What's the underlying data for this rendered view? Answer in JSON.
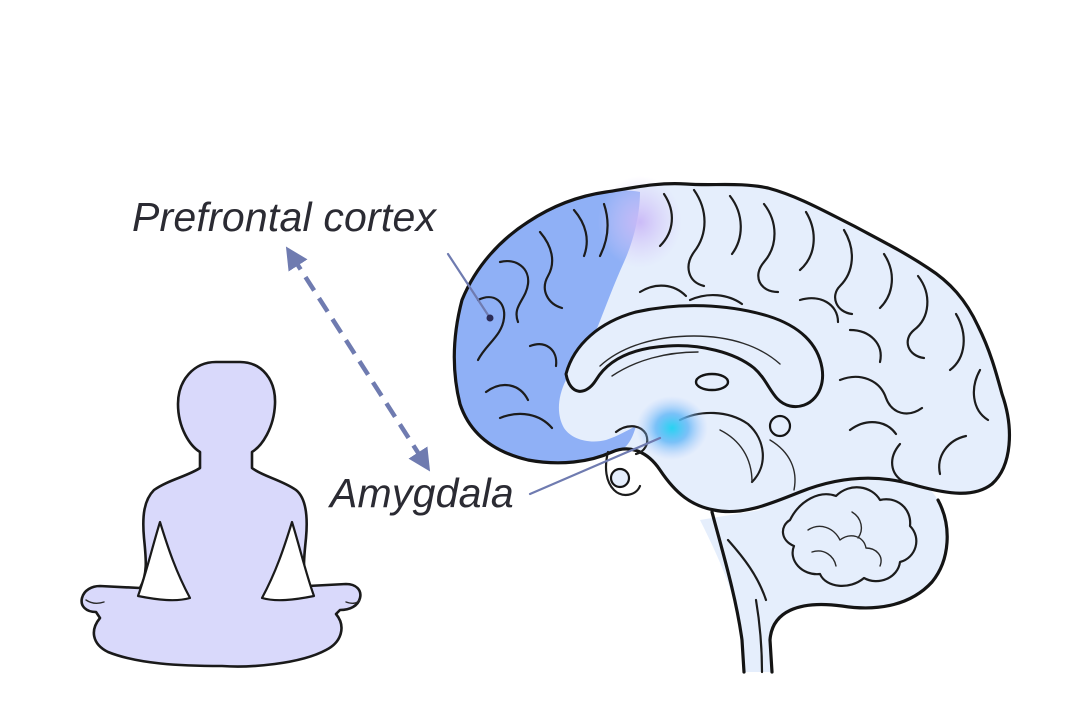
{
  "diagram": {
    "labels": {
      "prefrontal_cortex": "Prefrontal cortex",
      "amygdala": "Amygdala"
    },
    "colors": {
      "background": "#ffffff",
      "brain_fill": "#e5eefc",
      "prefrontal_fill": "#8fb0f6",
      "amygdala_glow": "#2fd0f0",
      "person_fill": "#d9d9fb",
      "connector": "#6f7bb0",
      "outline": "#141414",
      "label_text": "#2b2b33"
    },
    "icons": {
      "person": "meditating-person-icon",
      "brain": "brain-sagittal-icon",
      "connector": "double-headed-dashed-arrow"
    }
  }
}
